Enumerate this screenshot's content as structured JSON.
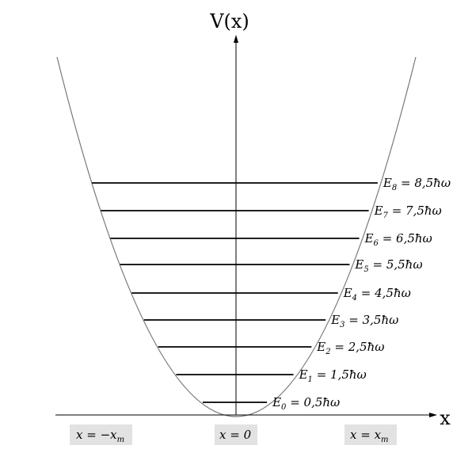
{
  "diagram": {
    "y_axis_label": "V(x)",
    "x_axis_label": "x",
    "levels": [
      {
        "n": "0",
        "label_prefix": "E",
        "label_value": " = 0,5ħω"
      },
      {
        "n": "1",
        "label_prefix": "E",
        "label_value": " = 1,5ħω"
      },
      {
        "n": "2",
        "label_prefix": "E",
        "label_value": " = 2,5ħω"
      },
      {
        "n": "3",
        "label_prefix": "E",
        "label_value": " = 3,5ħω"
      },
      {
        "n": "4",
        "label_prefix": "E",
        "label_value": " = 4,5ħω"
      },
      {
        "n": "5",
        "label_prefix": "E",
        "label_value": " = 5,5ħω"
      },
      {
        "n": "6",
        "label_prefix": "E",
        "label_value": " = 6,5ħω"
      },
      {
        "n": "7",
        "label_prefix": "E",
        "label_value": " = 7,5ħω"
      },
      {
        "n": "8",
        "label_prefix": "E",
        "label_value": " = 8,5ħω"
      }
    ],
    "positions": {
      "left": "x = −x",
      "left_sub": "m",
      "center": "x = 0",
      "right": "x = x",
      "right_sub": "m"
    }
  }
}
